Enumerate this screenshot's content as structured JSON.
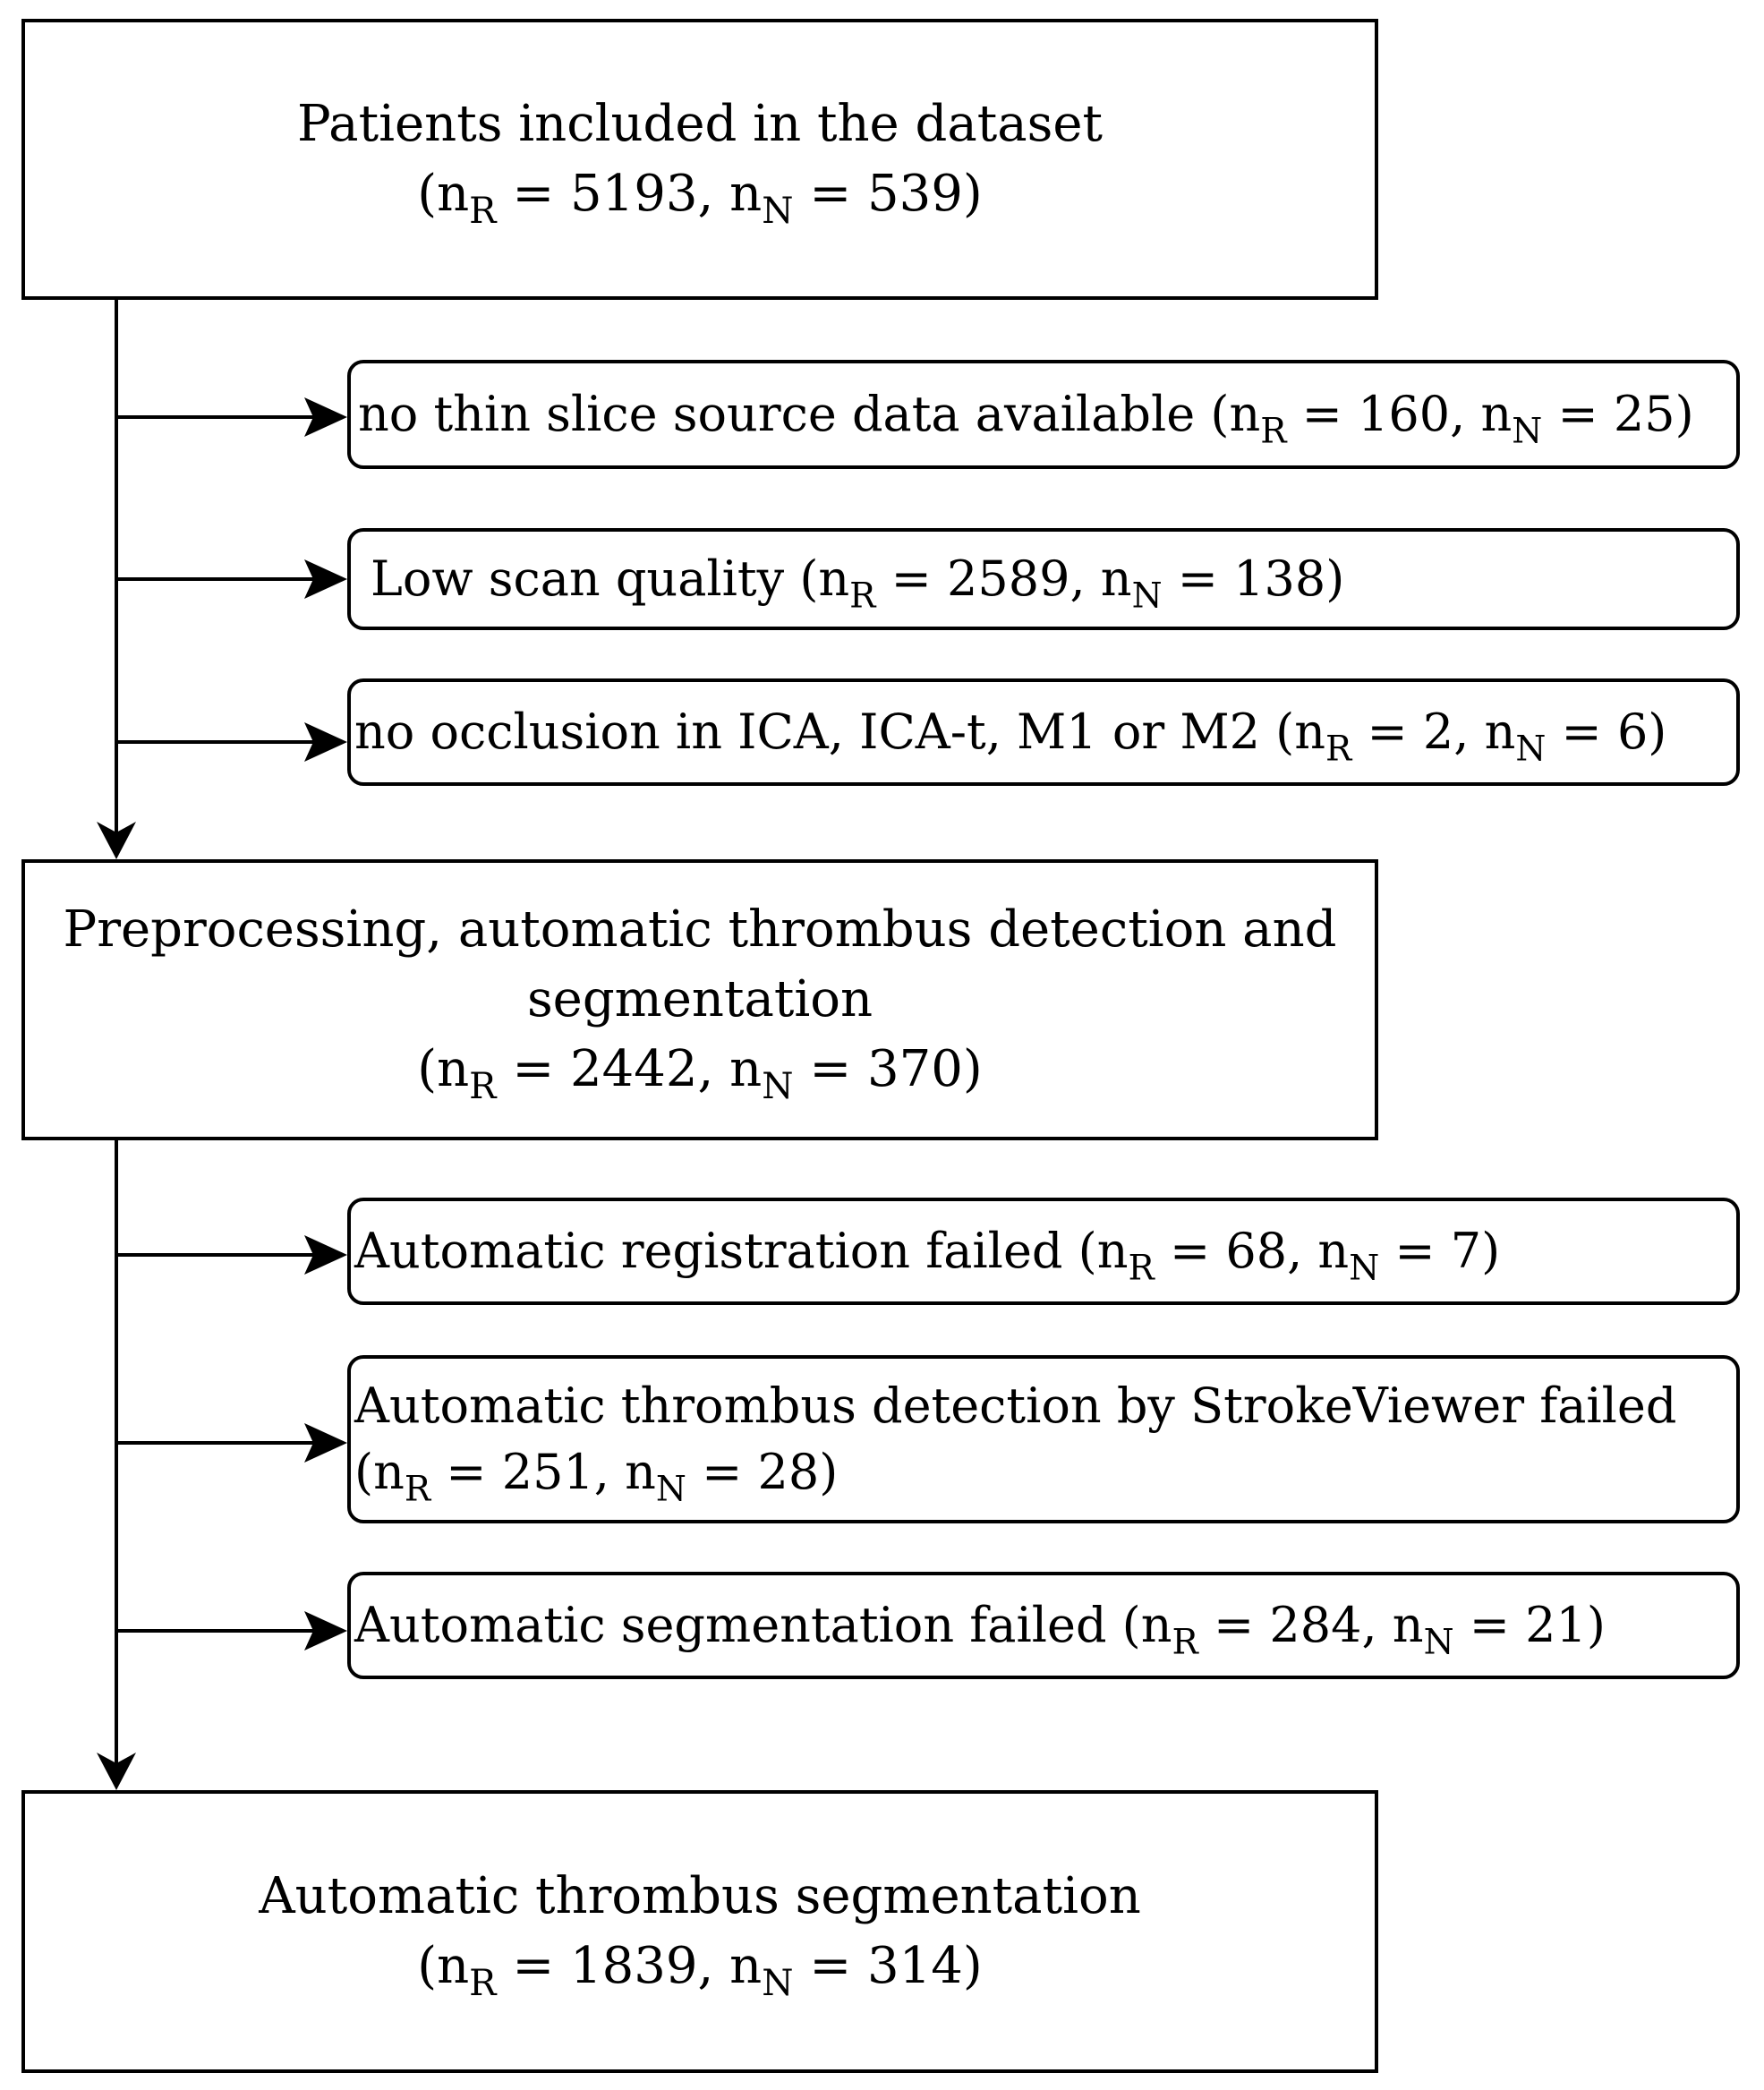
{
  "flowchart": {
    "start": {
      "title": "Patients included in the dataset",
      "counts": {
        "open": "(",
        "n1": "n",
        "s1": "R",
        "v1": " = 5193, ",
        "n2": "n",
        "s2": "N",
        "v2": " = 539)"
      }
    },
    "exclusions_1": [
      {
        "text": "no thin slice source data available ",
        "counts": {
          "open": "(",
          "n1": "n",
          "s1": "R",
          "v1": " = 160, ",
          "n2": "n",
          "s2": "N",
          "v2": " = 25)"
        }
      },
      {
        "text": "Low scan quality ",
        "counts": {
          "open": "(",
          "n1": "n",
          "s1": "R",
          "v1": " = 2589, ",
          "n2": "n",
          "s2": "N",
          "v2": " = 138)"
        }
      },
      {
        "text": "no occlusion in ICA, ICA-t, M1 or M2 ",
        "counts": {
          "open": "(",
          "n1": "n",
          "s1": "R",
          "v1": " = 2, ",
          "n2": "n",
          "s2": "N",
          "v2": " = 6)"
        }
      }
    ],
    "middle": {
      "title_line1": "Preprocessing, automatic thrombus detection and",
      "title_line2": "segmentation",
      "counts": {
        "open": "(",
        "n1": "n",
        "s1": "R",
        "v1": " = 2442, ",
        "n2": "n",
        "s2": "N",
        "v2": " = 370)"
      }
    },
    "exclusions_2": [
      {
        "text": "Automatic registration failed ",
        "counts": {
          "open": "(",
          "n1": "n",
          "s1": "R",
          "v1": " = 68, ",
          "n2": "n",
          "s2": "N",
          "v2": " = 7)"
        }
      },
      {
        "text": "Automatic thrombus detection by StrokeViewer failed",
        "counts": {
          "open": "(",
          "n1": "n",
          "s1": "R",
          "v1": " = 251, ",
          "n2": "n",
          "s2": "N",
          "v2": " = 28)"
        }
      },
      {
        "text": "Automatic segmentation failed ",
        "counts": {
          "open": "(",
          "n1": "n",
          "s1": "R",
          "v1": " = 284, ",
          "n2": "n",
          "s2": "N",
          "v2": " = 21)"
        }
      }
    ],
    "end": {
      "title": "Automatic thrombus segmentation",
      "counts": {
        "open": "(",
        "n1": "n",
        "s1": "R",
        "v1": " = 1839, ",
        "n2": "n",
        "s2": "N",
        "v2": " = 314)"
      }
    }
  }
}
